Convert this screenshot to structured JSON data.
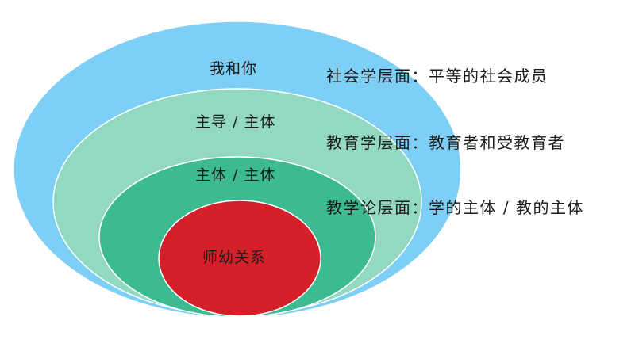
{
  "layers": [
    {
      "label": "我和你",
      "color": "#7ecff5"
    },
    {
      "label": "主导 / 主体",
      "color": "#93d9c1"
    },
    {
      "label": "主体 / 主体",
      "color": "#3cbb92"
    },
    {
      "label": "师幼关系",
      "color": "#d42028"
    }
  ],
  "notes": [
    "社会学层面：平等的社会成员",
    "教育学层面：教育者和受教育者",
    "教学论层面：学的主体 / 教的主体"
  ]
}
